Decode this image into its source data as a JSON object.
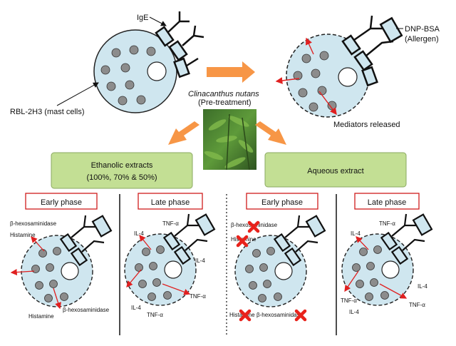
{
  "labels": {
    "ige": "IgE",
    "dnp_bsa": "DNP-BSA",
    "allergen": "(Allergen)",
    "rbl": "RBL-2H3 (mast cells)",
    "mediators": "Mediators released",
    "plant_name": "Clinacanthus nutans",
    "pretreatment": "(Pre-treatment)",
    "ethanolic_line1": "Ethanolic extracts",
    "ethanolic_line2": "(100%, 70% & 50%)",
    "aqueous": "Aqueous extract"
  },
  "phases": {
    "early": "Early phase",
    "late": "Late phase"
  },
  "mediators": {
    "hexosaminidase": "β-hexosaminidase",
    "histamine": "Histamine",
    "tnf": "TNF-α",
    "il4": "IL-4"
  },
  "colors": {
    "cell_fill": "#cfe6ef",
    "granule": "#8c8c8c",
    "arrow_orange": "#f79646",
    "box_green": "#c3df94",
    "phase_border": "#d01c1c",
    "red_arrow": "#e02020",
    "cross": "#e8221b"
  }
}
